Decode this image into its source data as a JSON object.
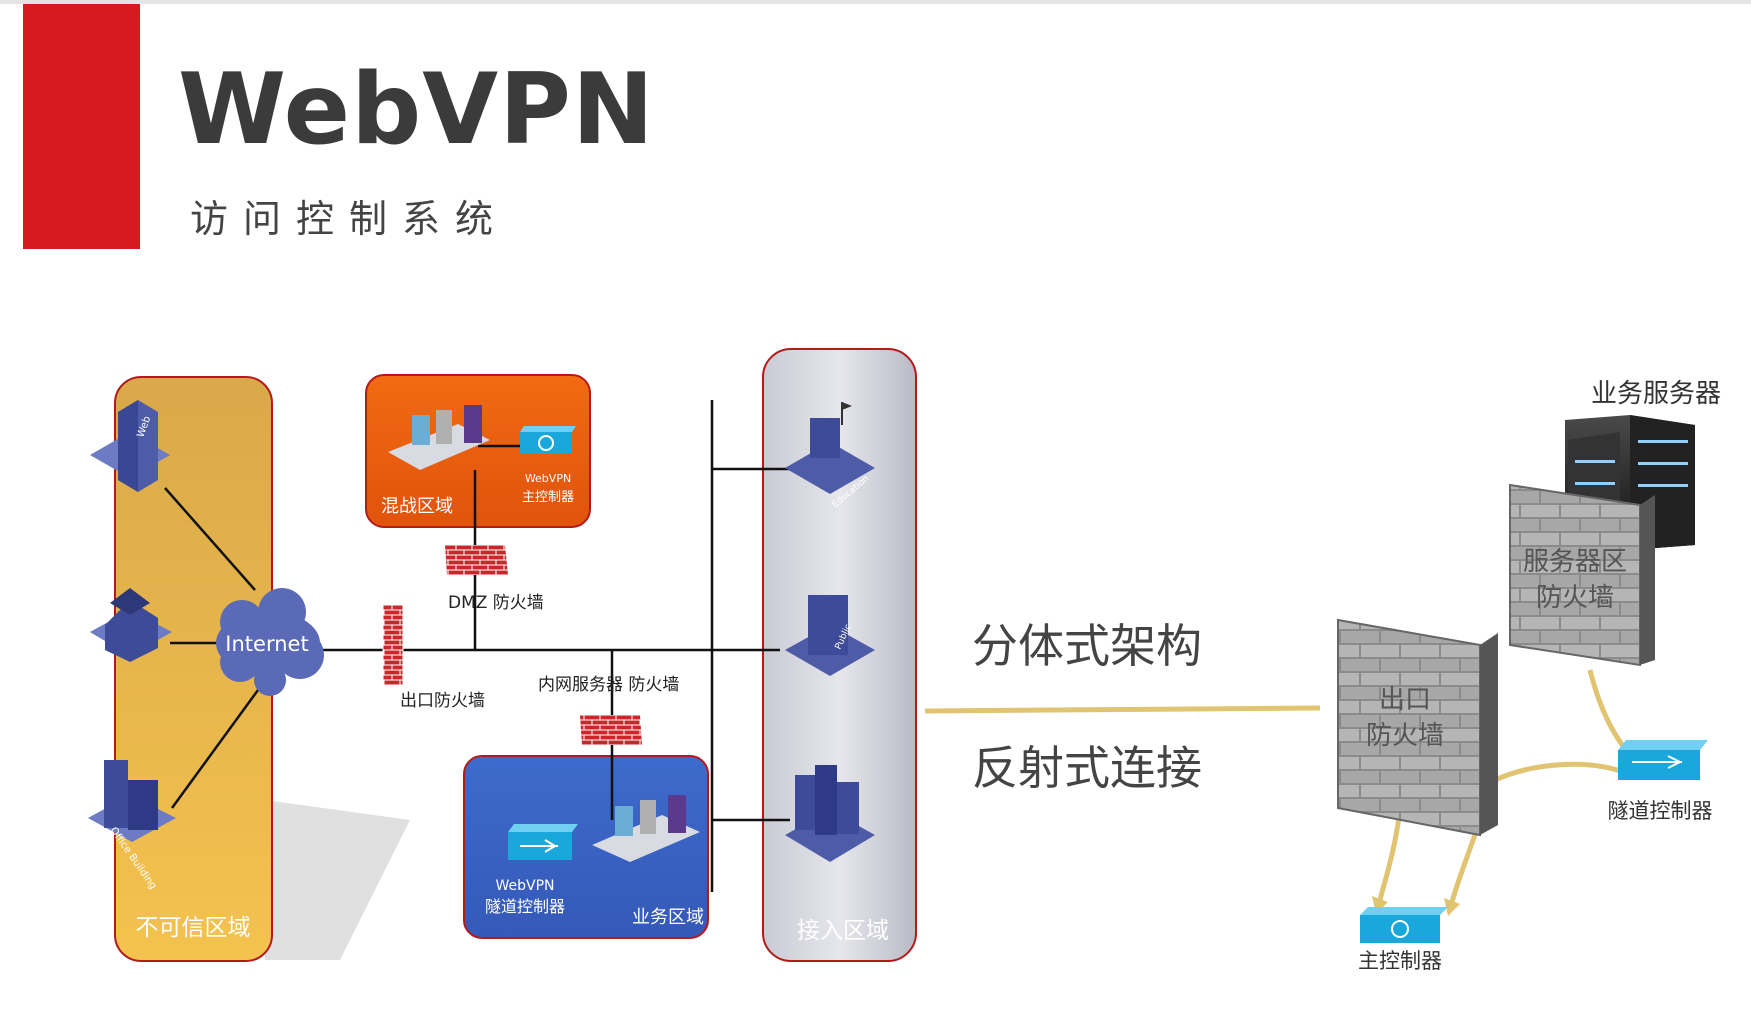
{
  "header": {
    "title": "WebVPN",
    "subtitle": "访问控制系统"
  },
  "zones": {
    "untrusted": "不可信区域",
    "mixed": "混战区域",
    "business": "业务区域",
    "access": "接入区域"
  },
  "nodes": {
    "internet": "Internet",
    "web_building_tag": "Web",
    "office_building_tag": "Office Building",
    "edu_tag": "Education",
    "public_tag": "Public",
    "webvpn_master": [
      "WebVPN",
      "主控制器"
    ],
    "webvpn_tunnel": [
      "WebVPN",
      "隧道控制器"
    ]
  },
  "firewalls": {
    "dmz": "DMZ 防火墙",
    "exit": "出口防火墙",
    "intranet": "内网服务器 防火墙"
  },
  "architecture": {
    "distributed": "分体式架构",
    "reflective": "反射式连接",
    "business_servers": "业务服务器",
    "server_zone_firewall": [
      "服务器区",
      "防火墙"
    ],
    "exit_firewall": [
      "出口",
      "防火墙"
    ],
    "tunnel_controller": "隧道控制器",
    "master_controller": "主控制器"
  },
  "colors": {
    "brand_red": "#d71920",
    "title_gray": "#3b3b3b",
    "untrusted_zone": "#e8b548",
    "mixed_zone": "#e8550f",
    "business_zone": "#3a63c8",
    "access_zone": "#d4d5dd",
    "zone_border": "#b31b1b",
    "connector": "#e0c472",
    "icon_blue": "#5b69b5",
    "controller_blue": "#1aa7dc",
    "firewall_red": "#c8282a"
  }
}
